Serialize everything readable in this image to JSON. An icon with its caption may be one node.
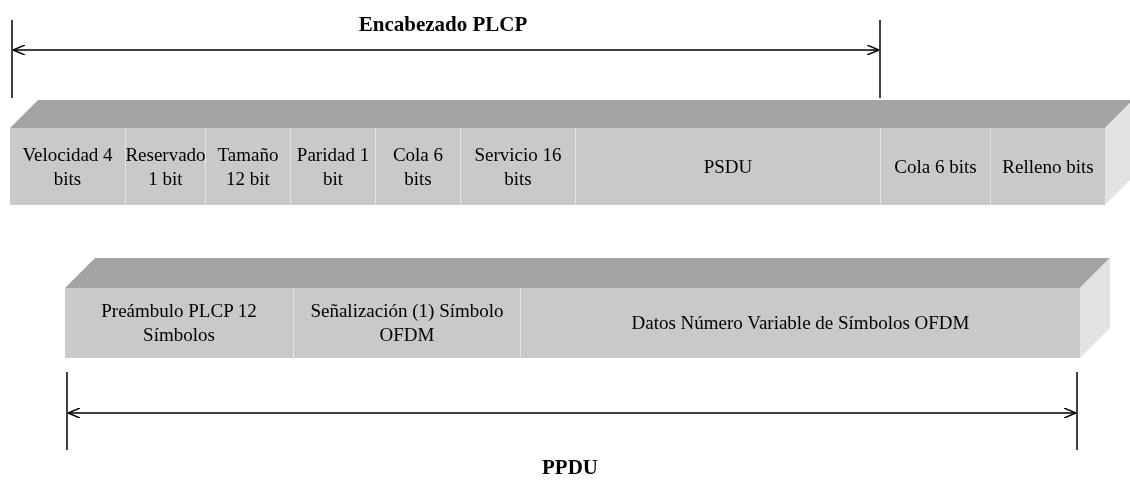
{
  "diagram": {
    "nodes": [
      {
        "text": [
          "Velocidad 4 bits"
        ]
      },
      {
        "text": [
          "Reservado 1 bit"
        ]
      },
      {
        "text": [
          "Tamaño 12 bit"
        ]
      },
      {
        "text": [
          "Paridad 1 bit"
        ]
      },
      {
        "text": [
          "Cola 6 bits"
        ]
      },
      {
        "text": [
          "Servicio 16 bits"
        ]
      },
      {
        "text": [
          "PSDU"
        ]
      },
      {
        "text": [
          "Cola 6 bits"
        ]
      },
      {
        "text": [
          "Relleno bits"
        ]
      },
      {
        "text": [
          "Preámbulo PLCP 12 Símbolos"
        ]
      },
      {
        "text": [
          "Señalización (1) Símbolo OFDM"
        ]
      },
      {
        "text": [
          "Datos Número Variable de Símbolos OFDM"
        ]
      }
    ],
    "edges": [],
    "labels": [
      "Encabezado PLCP",
      "PPDU"
    ]
  }
}
